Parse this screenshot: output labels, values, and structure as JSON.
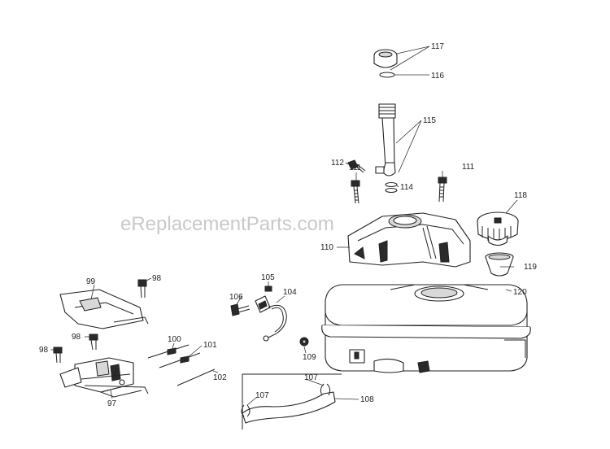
{
  "watermark": "eReplacementParts.com",
  "callouts": {
    "c117": "117",
    "c116": "116",
    "c115": "115",
    "c112": "112",
    "c114": "114",
    "c111a": "111",
    "c111b": "111",
    "c118": "118",
    "c110": "110",
    "c119": "119",
    "c99": "99",
    "c98a": "98",
    "c105": "105",
    "c104": "104",
    "c106": "106",
    "c120": "120",
    "c98b": "98",
    "c100": "100",
    "c101": "101",
    "c98c": "98",
    "c109": "109",
    "c102": "102",
    "c107a": "107",
    "c107b": "107",
    "c108": "108",
    "c97": "97"
  }
}
